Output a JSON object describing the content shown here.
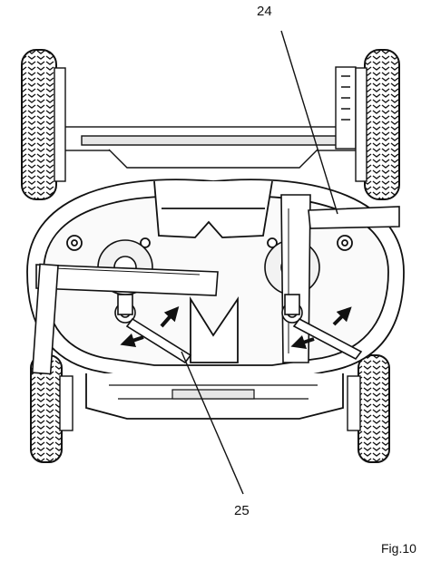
{
  "callouts": {
    "top": "24",
    "bottom": "25"
  },
  "caption": "Fig.10",
  "colors": {
    "line": "#111111",
    "fill": "#ffffff",
    "shade": "#e6e6e6"
  }
}
